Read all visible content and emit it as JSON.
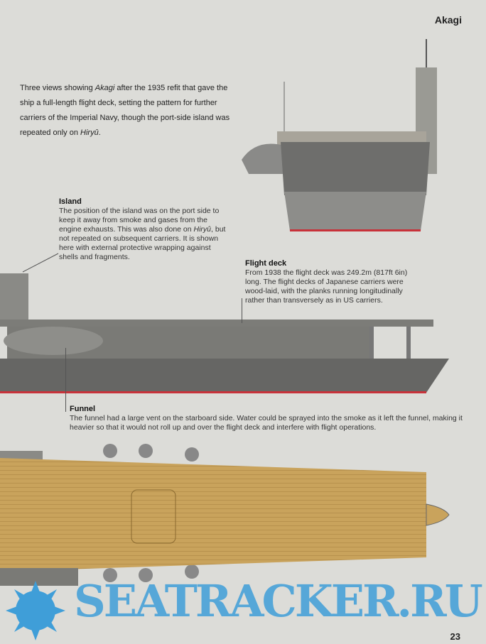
{
  "header": {
    "running_title": "Akagi"
  },
  "intro": {
    "before": "Three views showing ",
    "ship": "Akagi",
    "middle": " after the 1935 refit that gave the ship a full-length flight deck, setting the pattern for further carriers of the Imperial Navy, though the port-side island was repeated only on ",
    "ship2": "Hiryû",
    "end": "."
  },
  "callouts": {
    "island": {
      "title": "Island",
      "before": "The position of the island was on the port side to keep it away from smoke and gases from the engine exhausts. This was also done on ",
      "ship": "Hiryû",
      "after": ", but not repeated on subsequent carriers. It is shown here with external protective wrapping against shells and fragments."
    },
    "flight_deck": {
      "title": "Flight deck",
      "text": "From 1938 the flight deck was 249.2m (817ft 6in) long. The flight decks of Japanese carriers were wood-laid, with the planks running longitudinally rather than transversely as in US carriers."
    },
    "funnel": {
      "title": "Funnel",
      "text": "The funnel had a large vent on the starboard side. Water could be sprayed into the smoke as it left the funnel, making it heavier so that it would not roll up and over the flight deck and interfere with flight operations."
    }
  },
  "watermark": {
    "text": "SEATRACKER.RU"
  },
  "footer": {
    "page_number": "23"
  }
}
